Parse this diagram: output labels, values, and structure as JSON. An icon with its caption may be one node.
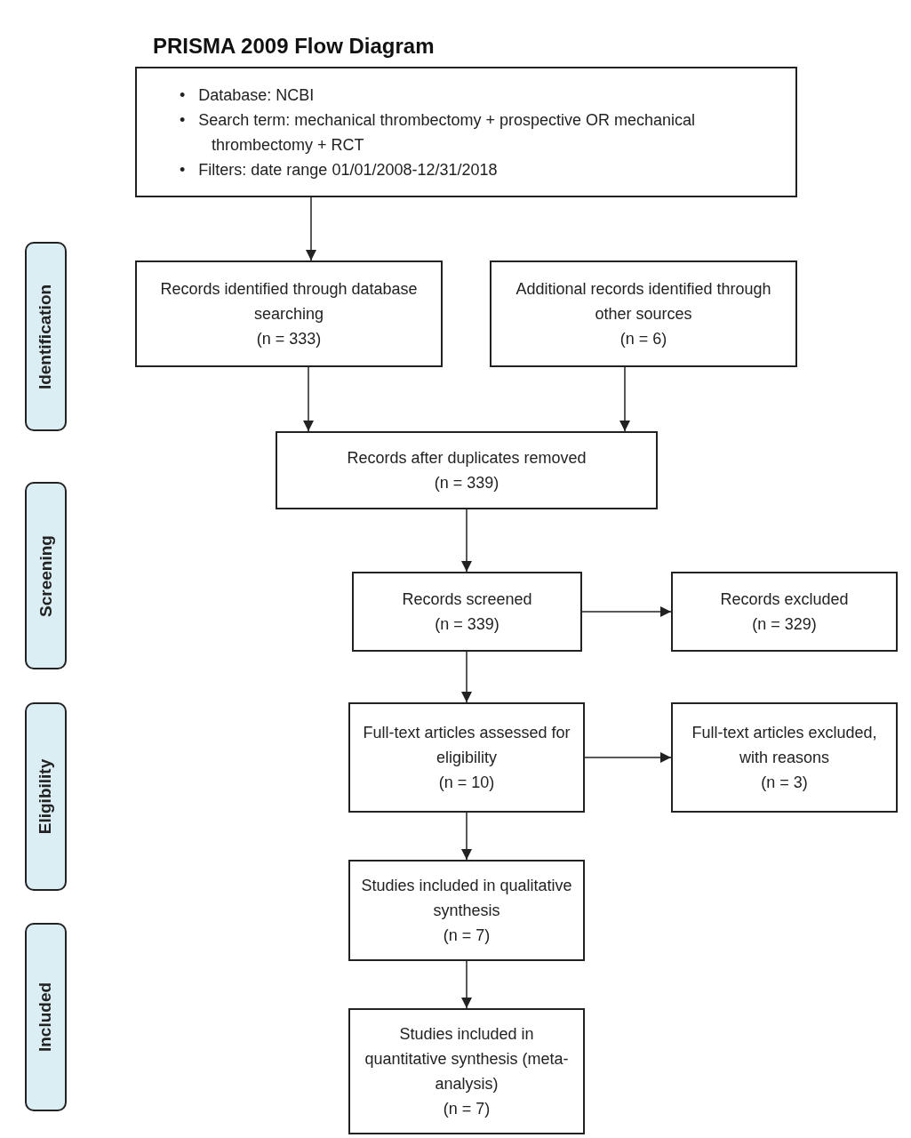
{
  "diagram": {
    "title": "PRISMA 2009 Flow Diagram",
    "nodes": [
      {
        "text": [
          "•   Database: NCBI",
          "•   Search term: mechanical thrombectomy + prospective OR mechanical thrombectomy + RCT",
          "•   Filters: date range 01/01/2008-12/31/2018"
        ]
      },
      {
        "text": [
          "Identification"
        ]
      },
      {
        "text": [
          "Records identified through database searching",
          "(n = 333)"
        ]
      },
      {
        "text": [
          "Additional records identified through other sources",
          "(n = 6)"
        ]
      },
      {
        "text": [
          "Records after duplicates removed",
          "(n = 339)"
        ]
      },
      {
        "text": [
          "Screening"
        ]
      },
      {
        "text": [
          "Records screened",
          "(n = 339)"
        ]
      },
      {
        "text": [
          "Records excluded",
          "(n = 329)"
        ]
      },
      {
        "text": [
          "Eligibility"
        ]
      },
      {
        "text": [
          "Full-text articles assessed for eligibility",
          "(n = 10)"
        ]
      },
      {
        "text": [
          "Full-text articles excluded, with reasons",
          "(n = 3)"
        ]
      },
      {
        "text": [
          "Included"
        ]
      },
      {
        "text": [
          "Studies included in qualitative synthesis",
          "(n = 7)"
        ]
      },
      {
        "text": [
          "Studies included in quantitative synthesis (meta-analysis)",
          "(n = 7)"
        ]
      }
    ],
    "edges": [
      {
        "from": 0,
        "to": 2,
        "arrow": "to"
      },
      {
        "from": 2,
        "to": 4,
        "arrow": "to"
      },
      {
        "from": 3,
        "to": 4,
        "arrow": "to"
      },
      {
        "from": 4,
        "to": 6,
        "arrow": "to"
      },
      {
        "from": 6,
        "to": 7,
        "arrow": "to"
      },
      {
        "from": 6,
        "to": 9,
        "arrow": "to"
      },
      {
        "from": 9,
        "to": 10,
        "arrow": "to"
      },
      {
        "from": 9,
        "to": 12,
        "arrow": "to"
      },
      {
        "from": 12,
        "to": 13,
        "arrow": "to"
      }
    ]
  }
}
